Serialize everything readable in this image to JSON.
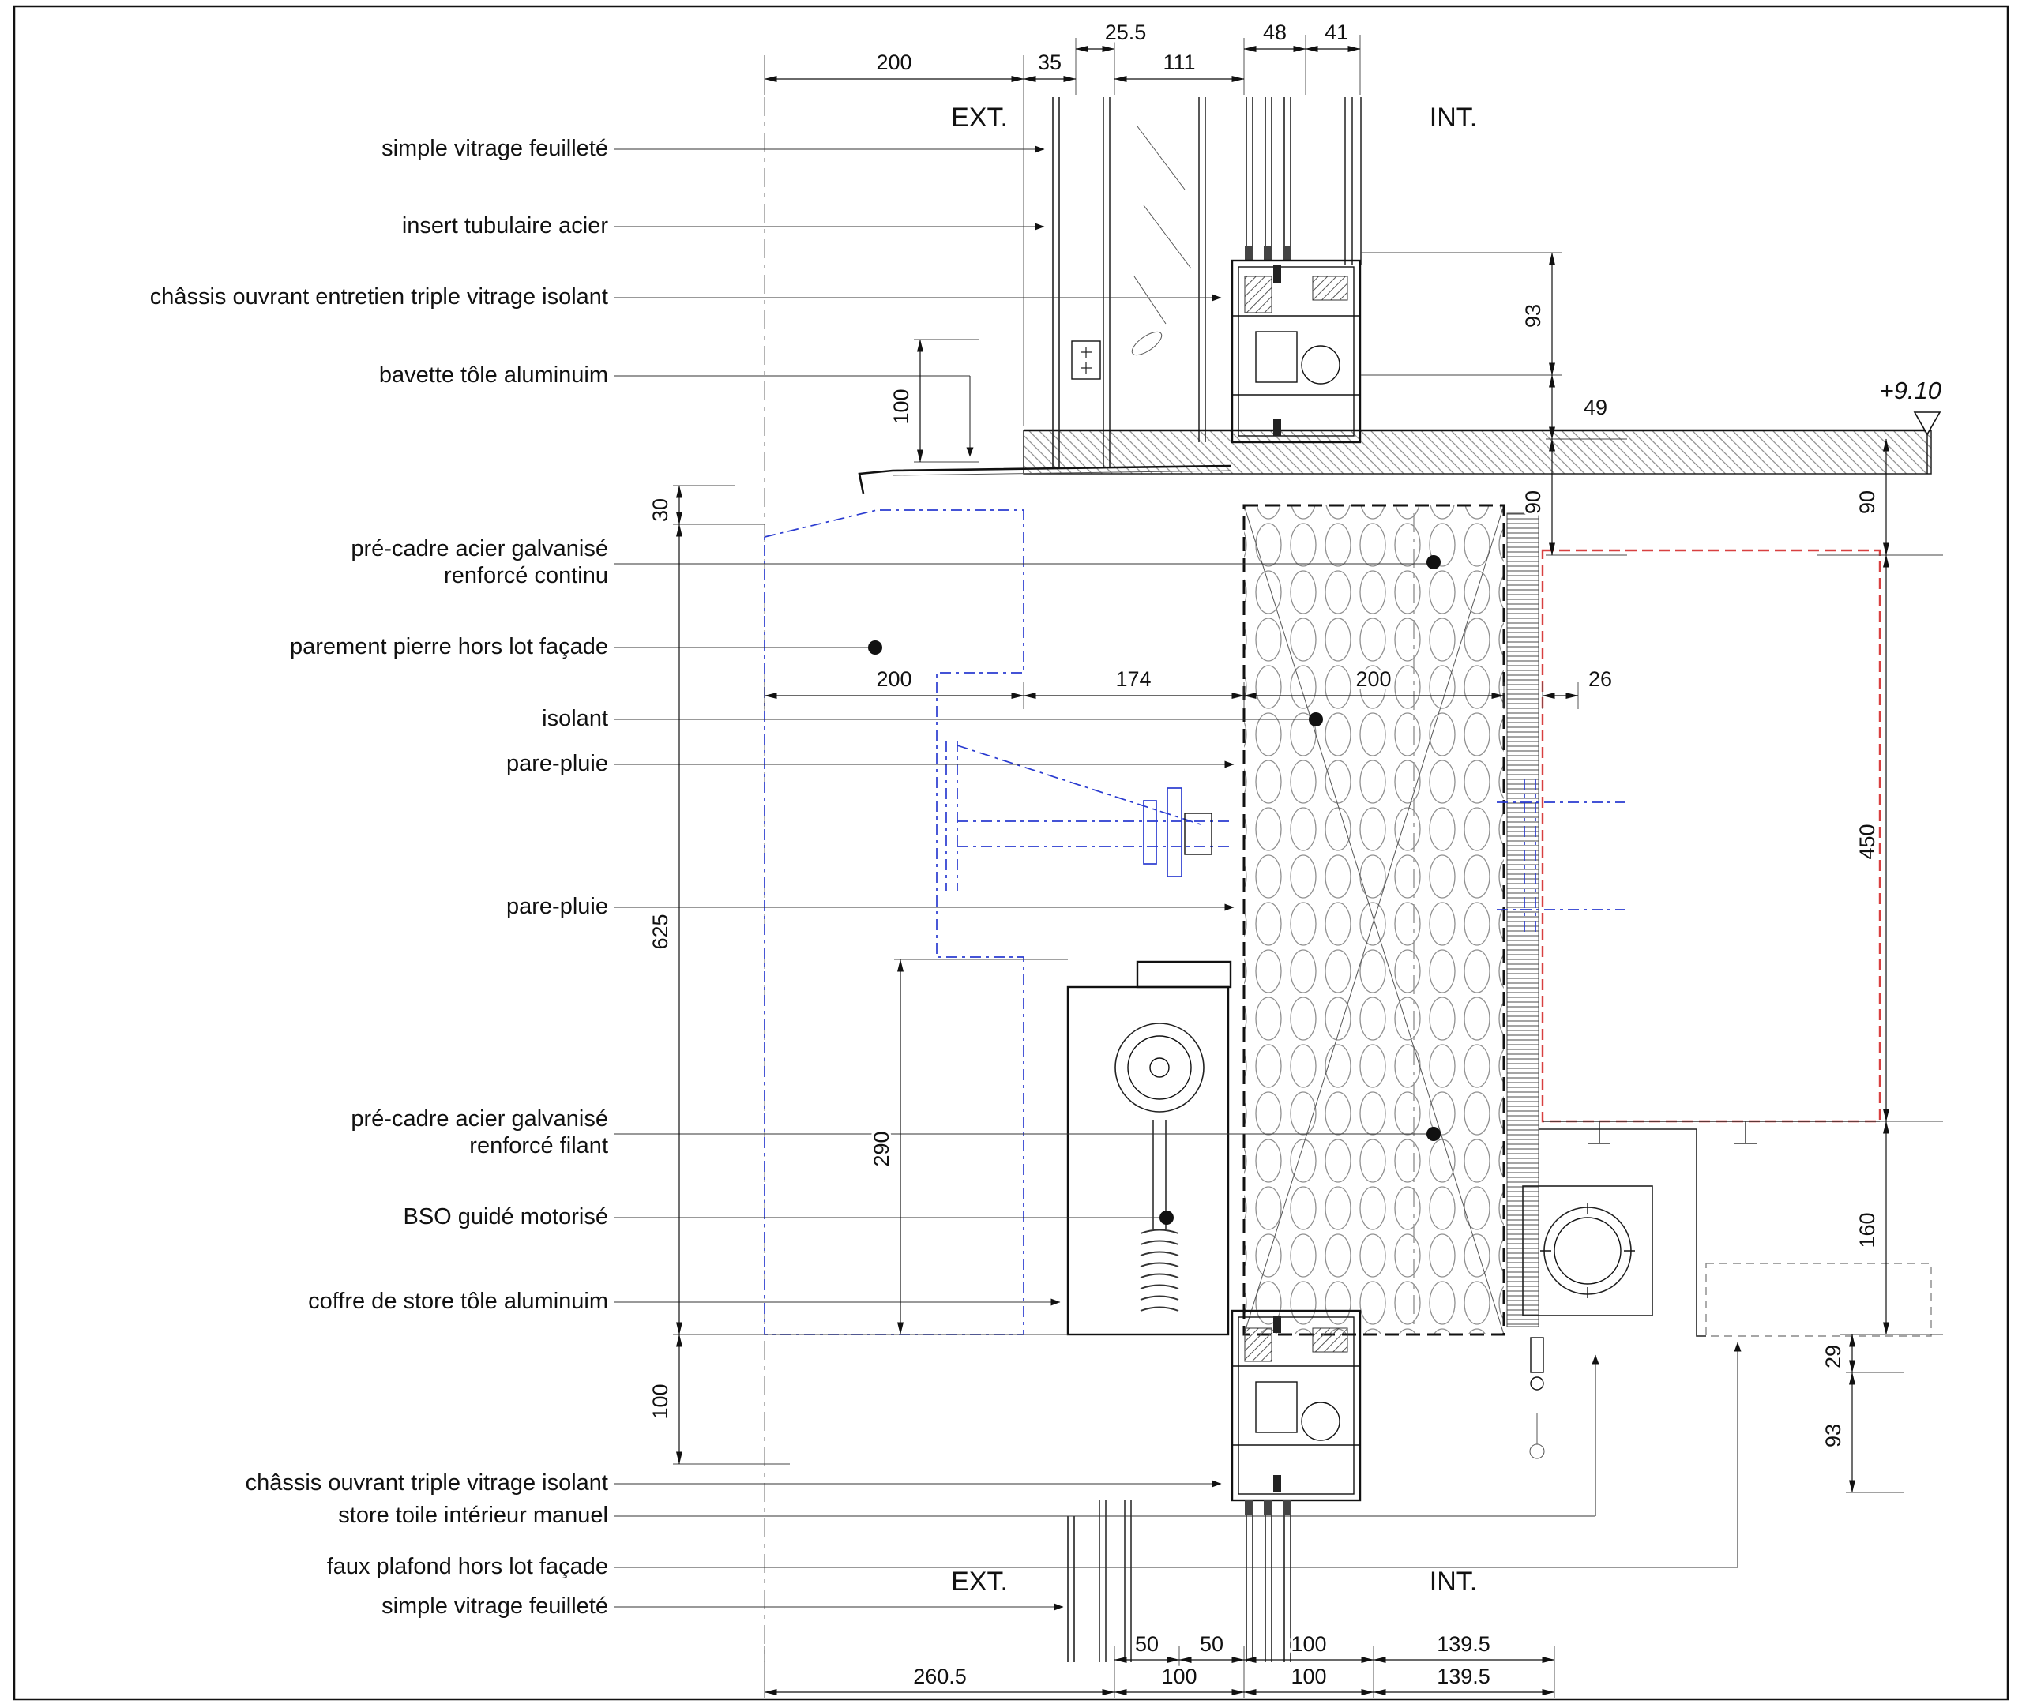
{
  "drawing": {
    "zones": {
      "ext": "EXT.",
      "int": "INT."
    },
    "level": "+9.10"
  },
  "callouts": [
    "simple vitrage feuilleté",
    "insert tubulaire acier",
    "châssis ouvrant entretien triple vitrage isolant",
    "bavette tôle aluminuim",
    "pré-cadre acier galvanisé\nrenforcé continu",
    "parement pierre hors lot façade",
    "isolant",
    "pare-pluie",
    "pare-pluie",
    "pré-cadre acier galvanisé\nrenforcé filant",
    "BSO guidé motorisé",
    "coffre de store tôle aluminuim",
    "châssis ouvrant triple vitrage isolant",
    "store toile intérieur  manuel",
    "faux plafond hors lot façade",
    "simple vitrage feuilleté"
  ],
  "dims": {
    "top": [
      "200",
      "35",
      "25.5",
      "111",
      "48",
      "41"
    ],
    "mid": [
      "200",
      "174",
      "200",
      "26"
    ],
    "bottom_row1": [
      "50",
      "50",
      "100",
      "139.5"
    ],
    "bottom_row2": [
      "260.5",
      "100",
      "100",
      "139.5"
    ],
    "left": [
      "100",
      "30",
      "625",
      "290",
      "100"
    ],
    "right": [
      "93",
      "49",
      "90",
      "90",
      "450",
      "160",
      "29",
      "93"
    ]
  },
  "colors": {
    "precadre_blue": "#2a3bd0",
    "existing_red": "#d84040"
  }
}
